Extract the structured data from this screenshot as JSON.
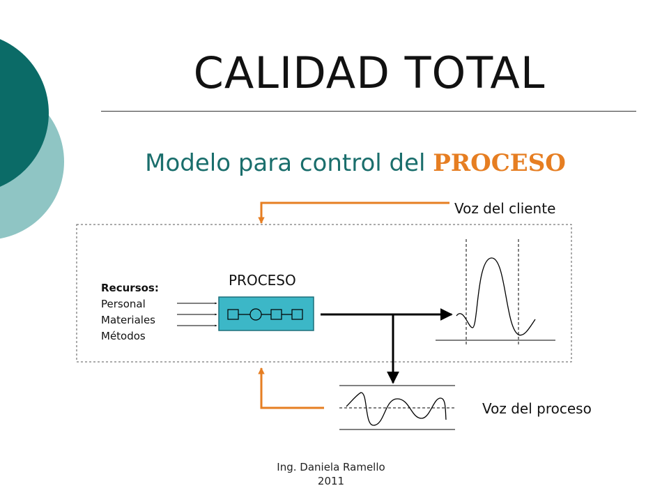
{
  "slide": {
    "title": "CALIDAD TOTAL",
    "subtitle_prefix": "Modelo para control del ",
    "subtitle_emphasis": "PROCESO"
  },
  "diagram": {
    "voz_cliente": "Voz del cliente",
    "voz_proceso": "Voz del proceso",
    "process_label": "PROCESO",
    "resources_heading": "Recursos:",
    "resources": [
      "Personal",
      "Materiales",
      "Métodos"
    ]
  },
  "footer": {
    "author": "Ing. Daniela Ramello",
    "year": "2011"
  },
  "colors": {
    "teal_dark": "#0b6b67",
    "teal_light": "#8fc5c4",
    "accent_orange": "#e67e22",
    "subtitle_teal": "#1a6e6c",
    "process_box": "#3cb7c7"
  }
}
